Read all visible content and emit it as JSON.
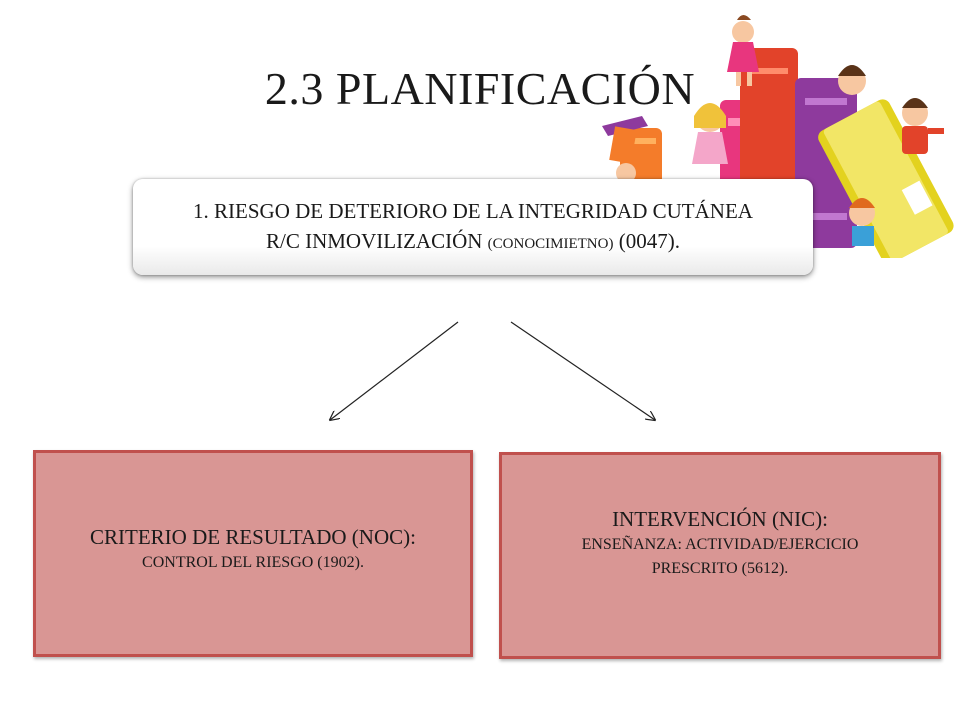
{
  "slide": {
    "title": "2.3 PLANIFICACIÓN"
  },
  "diagnosis": {
    "line1": "1. RIESGO DE DETERIORO DE LA INTEGRIDAD CUTÁNEA",
    "line2_main": "R/C INMOVILIZACIÓN ",
    "line2_small": "(CONOCIMIETNO)",
    "line2_code": " (0047)."
  },
  "outcome_box": {
    "heading": "CRITERIO DE RESULTADO (NOC):",
    "detail": "CONTROL DEL RIESGO (1902)."
  },
  "intervention_box": {
    "heading": "INTERVENCIÓN (NIC):",
    "detail_line1": "ENSEÑANZA: ACTIVIDAD/EJERCICIO",
    "detail_line2": "PRESCRITO (5612)."
  },
  "decoration": {
    "icon": "books-and-children-illustration",
    "book_colors": [
      "#f47c2a",
      "#e8367e",
      "#8e3a9d",
      "#e3d21e"
    ]
  },
  "colors": {
    "box_fill": "#d99694",
    "box_border": "#c0504d"
  }
}
